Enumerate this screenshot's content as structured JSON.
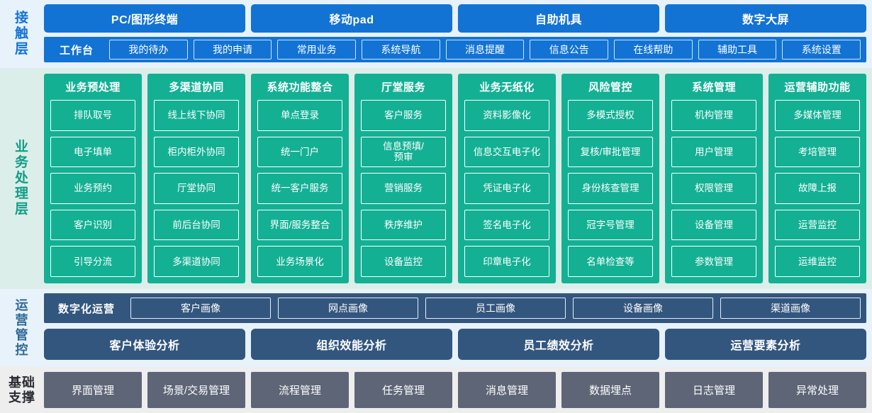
{
  "layers": {
    "contact": {
      "label_chars": [
        "接",
        "触",
        "层"
      ],
      "terminals": [
        "PC/图形终端",
        "移动pad",
        "自助机具",
        "数字大屏"
      ],
      "workbench_label": "工作台",
      "chips": [
        "我的待办",
        "我的申请",
        "常用业务",
        "系统导航",
        "消息提醒",
        "信息公告",
        "在线帮助",
        "辅助工具",
        "系统设置"
      ],
      "accent": "#1273d4",
      "background": "#e8f2fb"
    },
    "business": {
      "label_chars": [
        "业",
        "务",
        "处",
        "理",
        "层"
      ],
      "accent": "#13b094",
      "background": "#dceee9",
      "columns": [
        {
          "title": "业务预处理",
          "items": [
            "排队取号",
            "电子填单",
            "业务预约",
            "客户识别",
            "引导分流"
          ]
        },
        {
          "title": "多渠道协同",
          "items": [
            "线上线下协同",
            "柜内柜外协同",
            "厅堂协同",
            "前后台协同",
            "多渠道协同"
          ]
        },
        {
          "title": "系统功能整合",
          "items": [
            "单点登录",
            "统一门户",
            "统一客户服务",
            "界面/服务整合",
            "业务场景化"
          ]
        },
        {
          "title": "厅堂服务",
          "items": [
            "客户服务",
            "信息预填/\n预审",
            "营销服务",
            "秩序维护",
            "设备监控"
          ]
        },
        {
          "title": "业务无纸化",
          "items": [
            "资料影像化",
            "信息交互电子化",
            "凭证电子化",
            "签名电子化",
            "印章电子化"
          ]
        },
        {
          "title": "风险管控",
          "items": [
            "多模式授权",
            "复核/审批管理",
            "身份核查管理",
            "冠字号管理",
            "名单检查等"
          ]
        },
        {
          "title": "系统管理",
          "items": [
            "机构管理",
            "用户管理",
            "权限管理",
            "设备管理",
            "参数管理"
          ]
        },
        {
          "title": "运营辅助功能",
          "items": [
            "多媒体管理",
            "考培管理",
            "故障上报",
            "运营监控",
            "运维监控"
          ]
        }
      ]
    },
    "operations": {
      "label_chars": [
        "运",
        "营",
        "管",
        "控"
      ],
      "accent": "#33567e",
      "background": "#e8f2fb",
      "digital_label": "数字化运营",
      "portraits": [
        "客户画像",
        "网点画像",
        "员工画像",
        "设备画像",
        "渠道画像"
      ],
      "analyses": [
        "客户体验分析",
        "组织效能分析",
        "员工绩效分析",
        "运营要素分析"
      ]
    },
    "base": {
      "label_chars": [
        "基础",
        "支撑"
      ],
      "accent": "#5d6577",
      "background": "#eeeeee",
      "items": [
        "界面管理",
        "场景/交易管理",
        "流程管理",
        "任务管理",
        "消息管理",
        "数据埋点",
        "日志管理",
        "异常处理"
      ]
    }
  }
}
